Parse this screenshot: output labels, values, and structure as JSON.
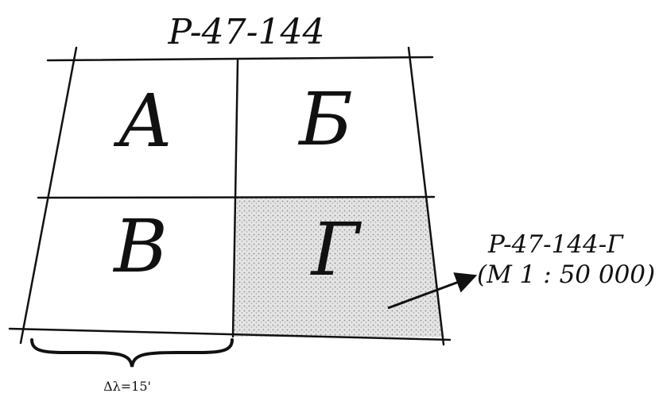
{
  "diagram": {
    "title": "P-47-144",
    "cells": [
      {
        "id": "a",
        "letter": "А"
      },
      {
        "id": "b",
        "letter": "Б"
      },
      {
        "id": "v",
        "letter": "В"
      },
      {
        "id": "g",
        "letter": "Г",
        "highlighted": true
      }
    ],
    "callout": {
      "line1": "P-47-144-Г",
      "line2": "(M 1 : 50 000)"
    },
    "brace_label": "Δλ=15'",
    "colors": {
      "ink": "#111111",
      "shaded_fill": "#d8d8d8"
    }
  }
}
